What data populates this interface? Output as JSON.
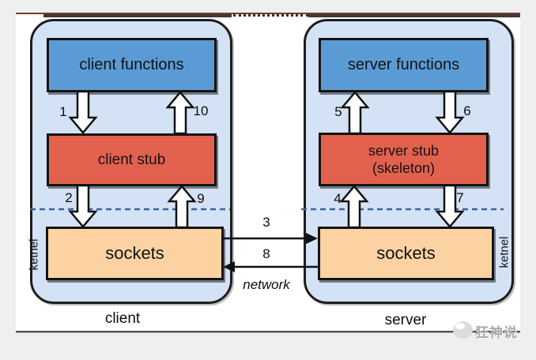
{
  "client": {
    "functions": "client functions",
    "stub": "client stub",
    "sockets": "sockets",
    "kernel": "ketnel",
    "caption": "client"
  },
  "server": {
    "functions": "server functions",
    "stub_line1": "server stub",
    "stub_line2": "(skeleton)",
    "sockets": "sockets",
    "kernel": "ketnel",
    "caption": "server"
  },
  "steps": {
    "s1": "1",
    "s2": "2",
    "s3": "3",
    "s4": "4",
    "s5": "5",
    "s6": "6",
    "s7": "7",
    "s8": "8",
    "s9": "9",
    "s10": "10"
  },
  "network_label": "network",
  "watermark": "狂神说",
  "colors": {
    "page_bg": "#efefef",
    "container_fill": "#d3e2f4",
    "functions_fill": "#5b9bd5",
    "stub_fill": "#e2614e",
    "sockets_fill": "#fcd2a2",
    "dashed_boundary": "#3b63a8",
    "border": "#1d1d1d"
  }
}
